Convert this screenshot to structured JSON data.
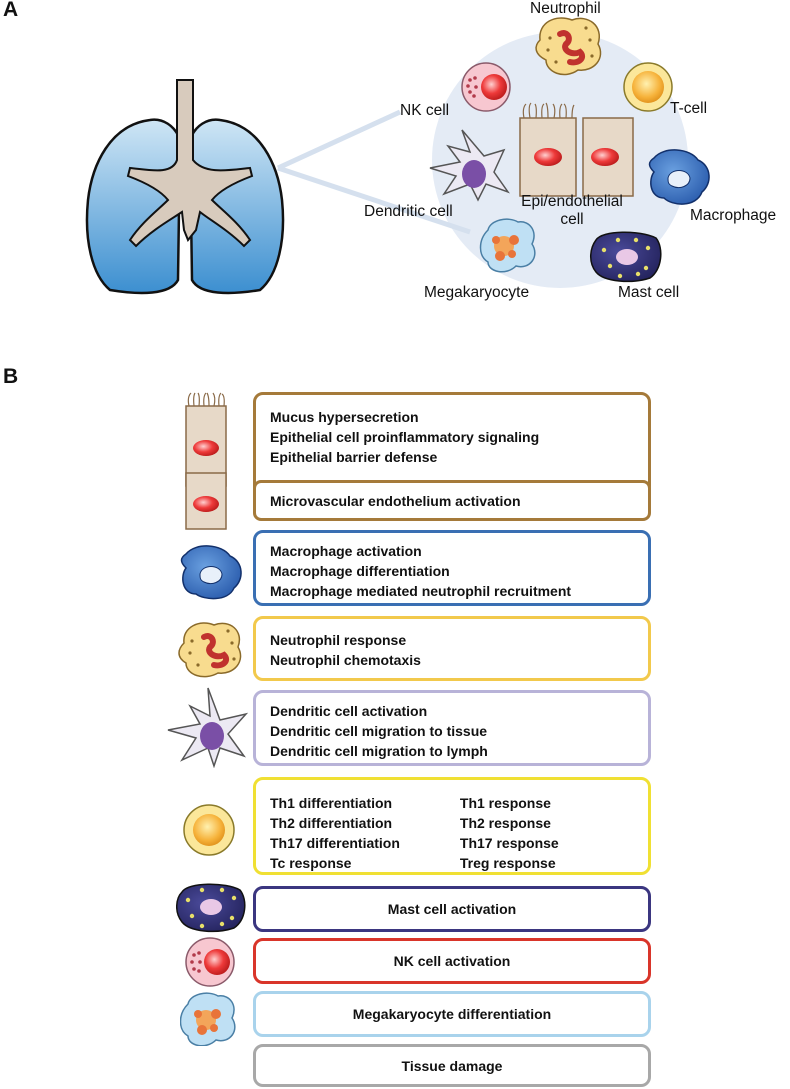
{
  "panel_a": {
    "letter": "A",
    "cell_labels": {
      "neutrophil": "Neutrophil",
      "nk_cell": "NK cell",
      "t_cell": "T-cell",
      "dendritic_cell": "Dendritic cell",
      "macrophage": "Macrophage",
      "megakaryocyte": "Megakaryocyte",
      "mast_cell": "Mast cell",
      "epi_endothelial": "Epi/endothelial cell"
    }
  },
  "panel_b": {
    "letter": "B",
    "rows": [
      {
        "icon": "epithelial-cell-icon",
        "border_color": "#a57a3a",
        "lines": [
          "Mucus hypersecretion",
          "Epithelial cell proinflammatory signaling",
          "Epithelial barrier defense"
        ]
      },
      {
        "icon": "endothelial-cell-icon",
        "border_color": "#a57a3a",
        "lines": [
          "Microvascular endothelium activation"
        ]
      },
      {
        "icon": "macrophage-icon",
        "border_color": "#3a6fb3",
        "lines": [
          "Macrophage activation",
          "Macrophage differentiation",
          "Macrophage mediated neutrophil recruitment"
        ]
      },
      {
        "icon": "neutrophil-icon",
        "border_color": "#f2c94c",
        "lines": [
          "Neutrophil response",
          "Neutrophil chemotaxis"
        ]
      },
      {
        "icon": "dendritic-cell-icon",
        "border_color": "#b8b3d8",
        "lines": [
          "Dendritic cell activation",
          "Dendritic cell migration to tissue",
          "Dendritic cell migration to lymph"
        ]
      },
      {
        "icon": "t-cell-icon",
        "border_color": "#f0e033",
        "left_lines": [
          "Th1 differentiation",
          "Th2 differentiation",
          "Th17 differentiation",
          "Tc response"
        ],
        "right_lines": [
          "Th1 response",
          "Th2 response",
          "Th17 response",
          "Treg response"
        ]
      },
      {
        "icon": "mast-cell-icon",
        "border_color": "#3b3680",
        "lines": [
          "Mast cell activation"
        ]
      },
      {
        "icon": "nk-cell-icon",
        "border_color": "#d9352a",
        "lines": [
          "NK cell activation"
        ]
      },
      {
        "icon": "megakaryocyte-icon",
        "border_color": "#a9d3ec",
        "lines": [
          "Megakaryocyte differentiation"
        ]
      },
      {
        "icon": "",
        "border_color": "#a8a8a8",
        "lines": [
          "Tissue damage"
        ]
      }
    ]
  }
}
